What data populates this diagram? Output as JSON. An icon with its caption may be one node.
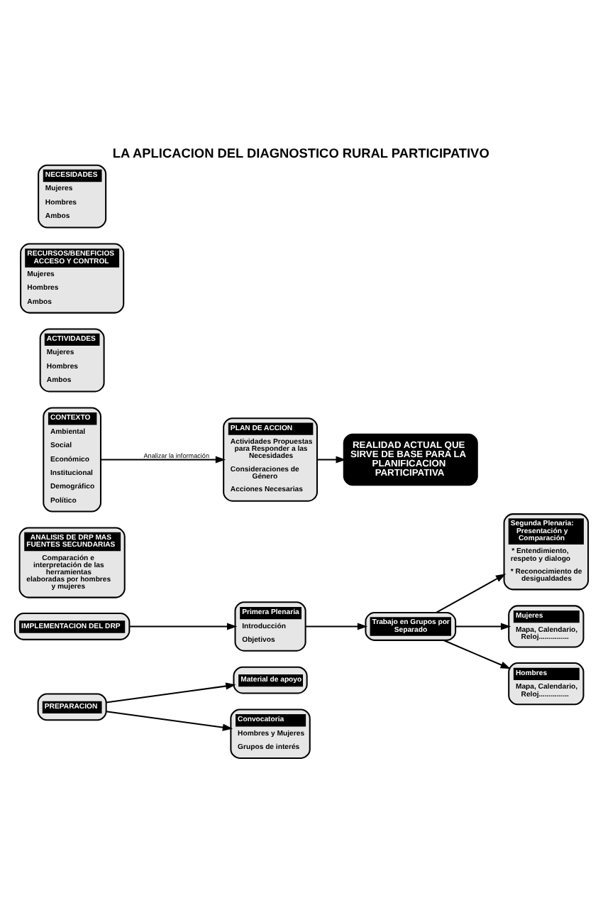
{
  "diagram": {
    "title": "LA APLICACION DEL DIAGNOSTICO RURAL PARTICIPATIVO",
    "nodes": [
      {
        "text": [
          "PREPARACION"
        ]
      },
      {
        "text": [
          "Material de apoyo"
        ]
      },
      {
        "text": [
          "Convocatoria",
          "Hombres y Mujeres",
          "Grupos de interés"
        ]
      },
      {
        "text": [
          "IMPLEMENTACION DEL DRP"
        ]
      },
      {
        "text": [
          "Primera Plenaria",
          "Introducción",
          "Objetivos"
        ]
      },
      {
        "text": [
          "Trabajo en Grupos por Separado"
        ]
      },
      {
        "text": [
          "Segunda Plenaria: Presentación y Comparación",
          "* Entendimiento, respeto y dialogo",
          "* Reconocimiento de desigualdades"
        ]
      },
      {
        "text": [
          "Mujeres",
          "Mapa, Calendario, Reloj..............."
        ]
      },
      {
        "text": [
          "Hombres",
          "Mapa, Calendario, Reloj..............."
        ]
      },
      {
        "text": [
          "ANALISIS DE DRP MAS FUENTES SECUNDARIAS",
          "Comparación e interpretación de las herramientas elaboradas por hombres y mujeres"
        ]
      },
      {
        "text": [
          "CONTEXTO",
          "Ambiental",
          "Social",
          "Económico",
          "Institucional",
          "Demográfico",
          "Político"
        ]
      },
      {
        "text": [
          "ACTIVIDADES",
          "Mujeres",
          "Hombres",
          "Ambos"
        ]
      },
      {
        "text": [
          "RECURSOS/BENEFICIOS ACCESO Y CONTROL",
          "Mujeres",
          "Hombres",
          "Ambos"
        ]
      },
      {
        "text": [
          "NECESIDADES",
          "Mujeres",
          "Hombres",
          "Ambos"
        ]
      },
      {
        "text": [
          "PLAN DE ACCION",
          "Actividades Propuestas para Responder a las Necesidades",
          "Consideraciones de Género",
          "Acciones Necesarias"
        ]
      },
      {
        "text": [
          "REALIDAD ACTUAL QUE SIRVE DE BASE PARA LA PLANIFICACION PARTICIPATIVA"
        ]
      }
    ],
    "edges": [
      {
        "from": 0,
        "to": 1,
        "arrow": "to"
      },
      {
        "from": 0,
        "to": 2,
        "arrow": "to"
      },
      {
        "from": 3,
        "to": 4,
        "arrow": "to"
      },
      {
        "from": 4,
        "to": 5,
        "arrow": "to"
      },
      {
        "from": 5,
        "to": 6,
        "arrow": "to"
      },
      {
        "from": 5,
        "to": 7,
        "arrow": "to"
      },
      {
        "from": 5,
        "to": 8,
        "arrow": "to"
      },
      {
        "from": 10,
        "to": 14,
        "arrow": "to",
        "label": "Analizar la información"
      },
      {
        "from": 14,
        "to": 15,
        "arrow": "to"
      }
    ]
  }
}
